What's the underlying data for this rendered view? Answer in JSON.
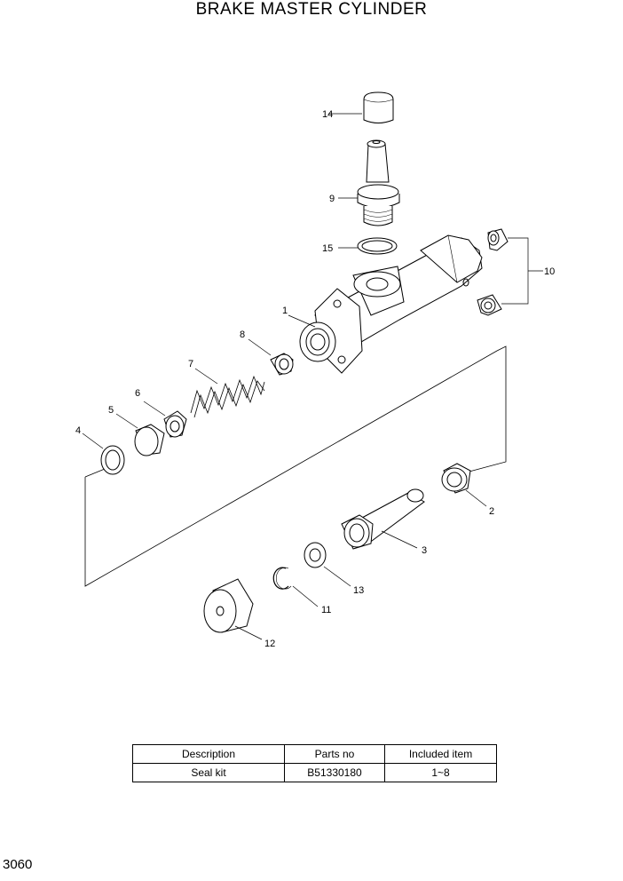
{
  "title": "BRAKE MASTER CYLINDER",
  "page_number": "3060",
  "callouts": {
    "c1": "1",
    "c2": "2",
    "c3": "3",
    "c4": "4",
    "c5": "5",
    "c6": "6",
    "c7": "7",
    "c8": "8",
    "c9": "9",
    "c10": "10",
    "c11": "11",
    "c12": "12",
    "c13": "13",
    "c14": "14",
    "c15": "15"
  },
  "kit_table": {
    "headers": [
      "Description",
      "Parts no",
      "Included item"
    ],
    "rows": [
      [
        "Seal kit",
        "B51330180",
        "1~8"
      ]
    ]
  }
}
